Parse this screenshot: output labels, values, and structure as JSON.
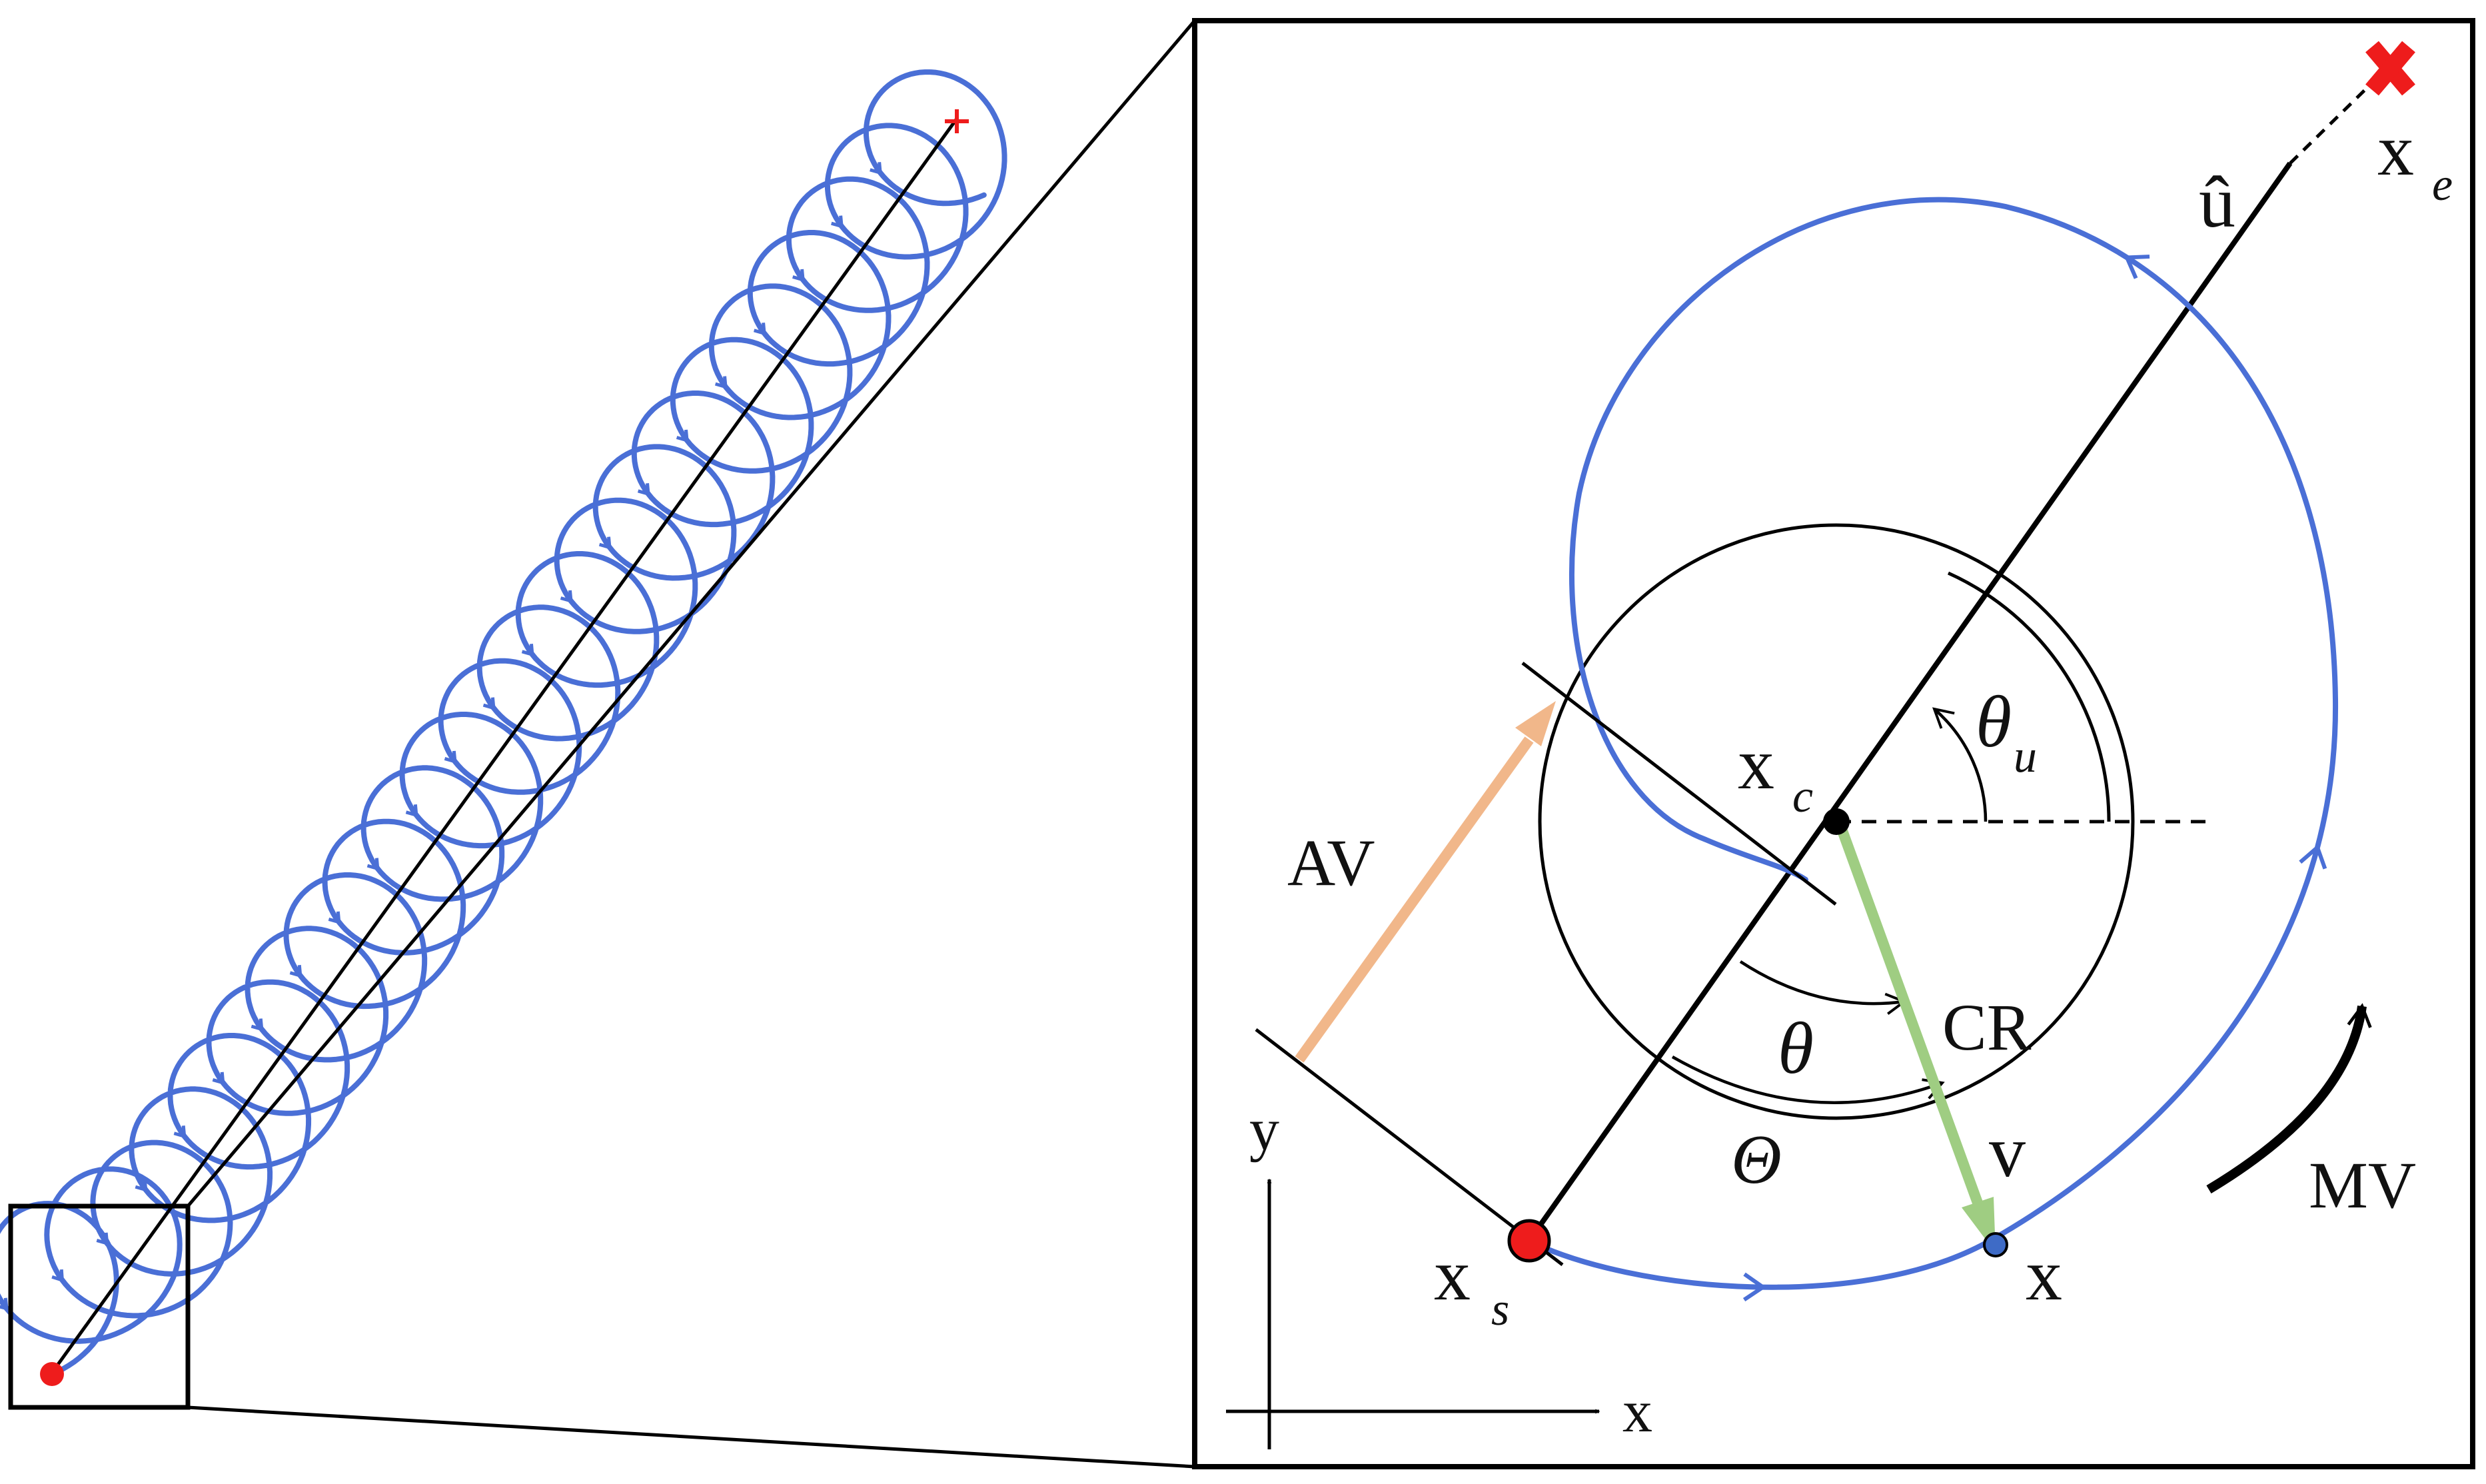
{
  "colors": {
    "trajectory": "#4a6fd6",
    "start_point": "#ee1c1c",
    "end_point": "#ee1c1c",
    "av_arrow": "#f1b78a",
    "cr_arrow": "#9fcd82",
    "current_point": "#3e6bc6",
    "line": "#000000"
  },
  "overview": {
    "loop_count": 23
  },
  "detail": {
    "labels": {
      "u_hat": "û",
      "x_e": "x",
      "x_e_sub": "e",
      "x_c": "x",
      "x_c_sub": "c",
      "x_s": "x",
      "x_s_sub": "s",
      "x_point": "x",
      "theta_u": "θ",
      "theta_u_sub": "u",
      "theta": "θ",
      "big_theta": "Θ",
      "av": "AV",
      "cr": "CR",
      "v": "v",
      "mv": "MV",
      "axis_x": "x",
      "axis_y": "y"
    }
  }
}
